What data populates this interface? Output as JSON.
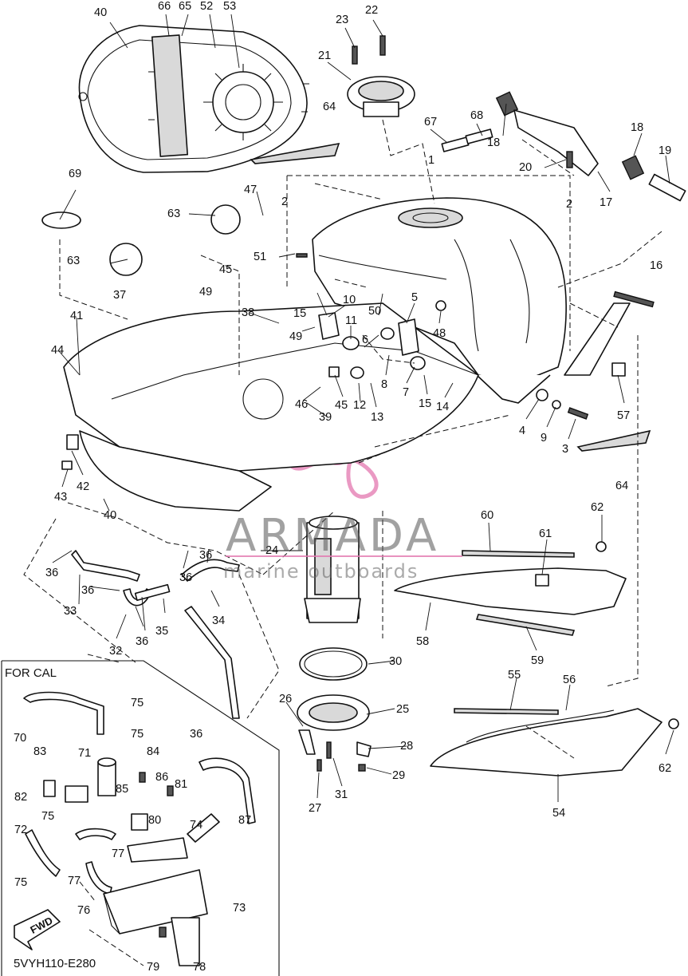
{
  "callouts": [
    "40",
    "66",
    "65",
    "52",
    "53",
    "23",
    "22",
    "21",
    "67",
    "68",
    "18",
    "1",
    "64",
    "18",
    "20",
    "17",
    "19",
    "69",
    "2",
    "2",
    "63",
    "47",
    "63",
    "51",
    "45",
    "16",
    "37",
    "49",
    "15",
    "10",
    "5",
    "50",
    "38",
    "49",
    "41",
    "11",
    "48",
    "6",
    "44",
    "8",
    "7",
    "15",
    "14",
    "46",
    "45",
    "12",
    "13",
    "39",
    "57",
    "4",
    "9",
    "3",
    "42",
    "43",
    "40",
    "64",
    "24",
    "60",
    "61",
    "62",
    "36",
    "36",
    "36",
    "33",
    "36",
    "34",
    "35",
    "32",
    "36",
    "58",
    "59",
    "30",
    "26",
    "25",
    "55",
    "56",
    "28",
    "27",
    "31",
    "29",
    "54",
    "62",
    "75",
    "70",
    "75",
    "36",
    "83",
    "71",
    "84",
    "86",
    "81",
    "82",
    "85",
    "87",
    "75",
    "80",
    "74",
    "72",
    "77",
    "75",
    "77",
    "76",
    "73",
    "79",
    "78"
  ],
  "inset": {
    "title": "FOR CAL"
  },
  "diagram_code": "5VYH110-E280",
  "fwd_label": "FWD",
  "watermark": {
    "brand": "ARMADA",
    "tagline": "marine outboards",
    "logo_color": "#e377b0"
  }
}
